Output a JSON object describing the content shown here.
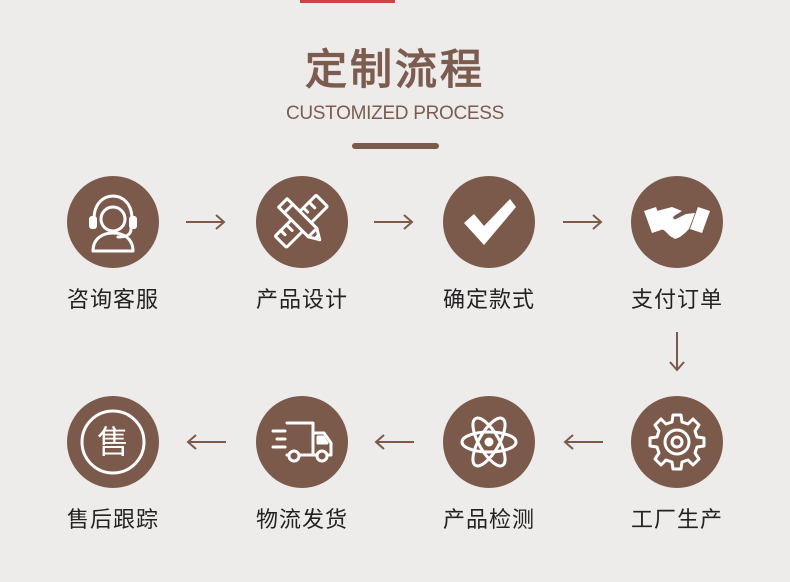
{
  "header": {
    "title": "定制流程",
    "subtitle": "CUSTOMIZED PROCESS"
  },
  "colors": {
    "accent": "#7b5a4b",
    "background": "#eeeceb",
    "label_text": "#222222"
  },
  "steps": [
    {
      "label": "咨询客服",
      "icon": "customer-service-icon"
    },
    {
      "label": "产品设计",
      "icon": "pencil-ruler-icon"
    },
    {
      "label": "确定款式",
      "icon": "checkmark-icon"
    },
    {
      "label": "支付订单",
      "icon": "handshake-icon"
    },
    {
      "label": "工厂生产",
      "icon": "gear-icon"
    },
    {
      "label": "产品检测",
      "icon": "atom-icon"
    },
    {
      "label": "物流发货",
      "icon": "delivery-truck-icon"
    },
    {
      "label": "售后跟踪",
      "icon": "after-sales-icon"
    }
  ],
  "icon_glyph": "售"
}
